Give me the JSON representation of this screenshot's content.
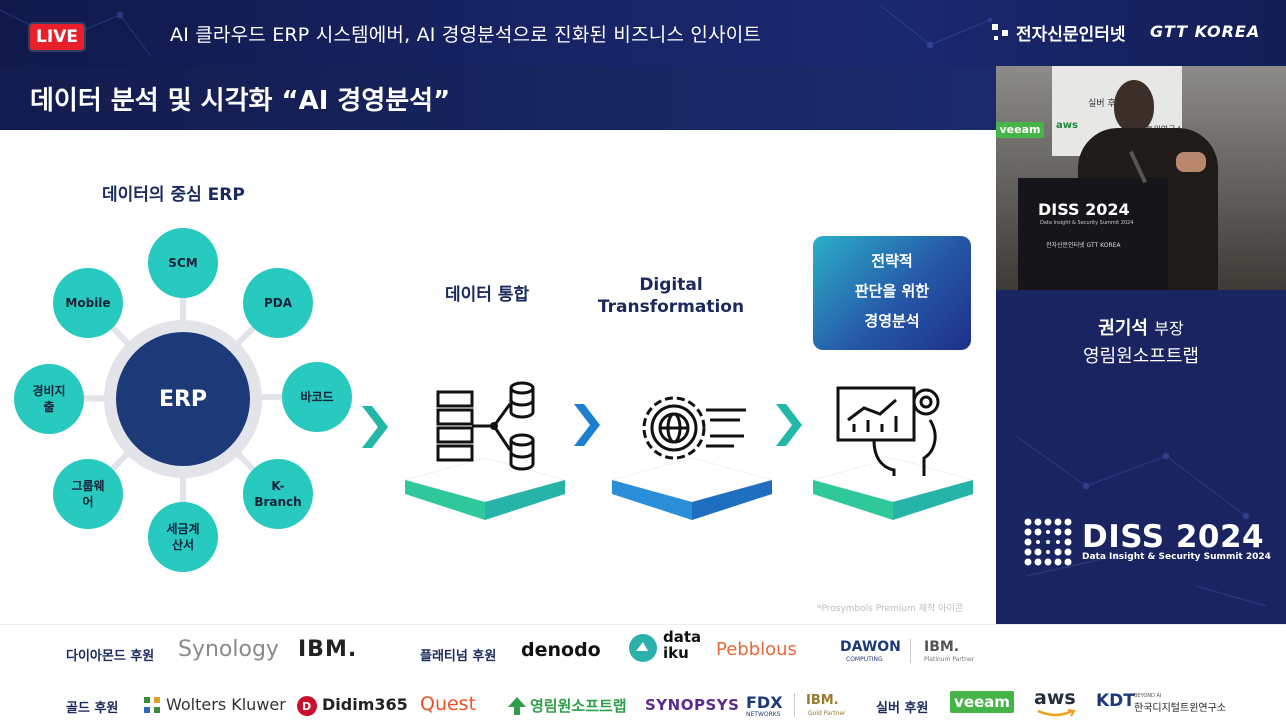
{
  "broadcast": {
    "live_label": "LIVE",
    "headline": "AI 클라우드 ERP 시스템에버, AI 경영분석으로 진화된 비즈니스 인사이트",
    "brand_etnews": "전자신문인터넷",
    "brand_gtt": "GTT KOREA"
  },
  "slide": {
    "title": "데이터 분석 및 시각화 “AI 경영분석”",
    "erp_heading": "데이터의 중심  ERP",
    "erp_center": "ERP",
    "satellites": [
      {
        "label": "SCM"
      },
      {
        "label": "PDA"
      },
      {
        "label": "바코드"
      },
      {
        "label": "K-\nBranch"
      },
      {
        "label": "세금계\n산서"
      },
      {
        "label": "그룹웨\n어"
      },
      {
        "label": "경비지\n출"
      },
      {
        "label": "Mobile"
      }
    ],
    "stages": {
      "integration": "데이터 통합",
      "dx_line1": "Digital",
      "dx_line2": "Transformation",
      "strategy_line1": "전략적",
      "strategy_line2": "판단을 위한",
      "strategy_line3": "경영분석"
    },
    "credit": "*Prosymbols Premium 제작 아이콘",
    "colors": {
      "teal": "#28c9bf",
      "navy": "#1d3a78",
      "chevron": "#21b8a8"
    }
  },
  "speaker": {
    "name": "권기석",
    "title": "부장",
    "organization": "영림원소프트랩"
  },
  "video": {
    "booth_sponsors": [
      "veeam",
      "aws"
    ],
    "booth_sign": "DISS 2024",
    "booth_sign_sub": "Data Insight & Security Summit 2024",
    "booth_small": "전자신문인터넷   GTT KOREA",
    "banner_text": "실버 후원",
    "banner_org": "디지털트윈연구소"
  },
  "event": {
    "name": "DISS 2024",
    "subtitle": "Data Insight & Security Summit 2024"
  },
  "sponsors": {
    "diamond_label": "다이아몬드 후원",
    "diamond": [
      "Synology",
      "IBM."
    ],
    "platinum_label": "플래티넘 후원",
    "platinum": [
      "denodo",
      "data",
      "iku",
      "Pebblous",
      "DAWON",
      "COMPUTING",
      "IBM.",
      "Platinum Partner"
    ],
    "gold_label": "골드 후원",
    "gold": [
      "Wolters Kluwer",
      "Didim365",
      "Quest",
      "영림원소프트랩",
      "SYNOPSYS",
      "FDX",
      "NETWORKS",
      "IBM.",
      "Gold Partner"
    ],
    "silver_label": "실버 후원",
    "silver": [
      "veeam",
      "aws",
      "KDT",
      "BEYOND AI",
      "한국디지털트윈연구소"
    ]
  }
}
